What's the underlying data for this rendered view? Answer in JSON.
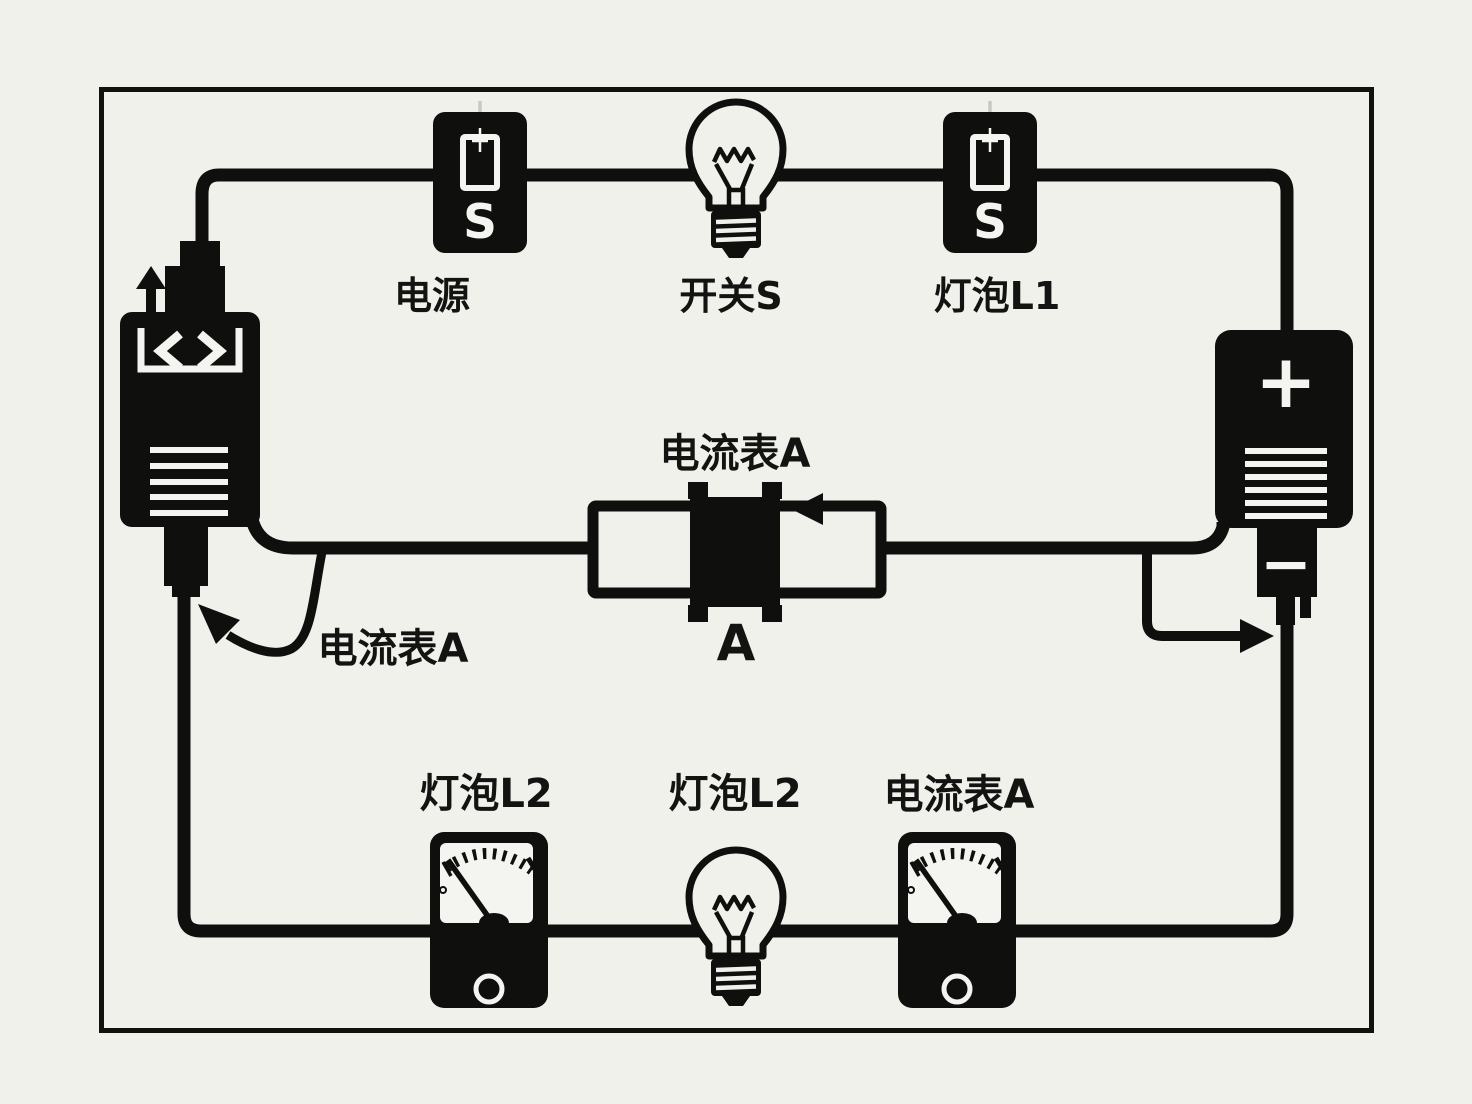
{
  "colors": {
    "background": "#f1f1ec",
    "ink": "#0f0f0e",
    "panel_text": "#f4f4f1",
    "lever_gray": "#c9c9c4"
  },
  "top_row": {
    "power_switch": {
      "label": "电源",
      "letter": "S"
    },
    "bulb": {
      "label": "开关S"
    },
    "lamp_switch": {
      "label": "灯泡L1",
      "letter": "S"
    }
  },
  "middle_row": {
    "ammeter_symbol": {
      "label": "电流表A",
      "letter": "A"
    },
    "wire_callout": {
      "label": "电流表A"
    },
    "battery": {
      "plus": "+",
      "minus": "−"
    }
  },
  "bottom_row": {
    "meter_left": {
      "label": "灯泡L2"
    },
    "bulb": {
      "label": "灯泡L2"
    },
    "meter_right": {
      "label": "电流表A"
    }
  }
}
